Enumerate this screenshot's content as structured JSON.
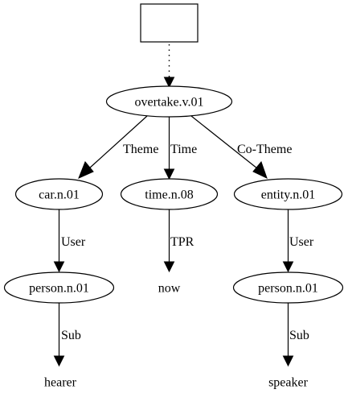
{
  "nodes": {
    "root_box": "",
    "overtake": "overtake.v.01",
    "car": "car.n.01",
    "time": "time.n.08",
    "entity": "entity.n.01",
    "person_left": "person.n.01",
    "now": "now",
    "person_right": "person.n.01",
    "hearer": "hearer",
    "speaker": "speaker"
  },
  "edges": {
    "overtake_car": "Theme",
    "overtake_time": "Time",
    "overtake_entity": "Co-Theme",
    "car_person": "User",
    "time_now": "TPR",
    "entity_person": "User",
    "person_left_hearer": "Sub",
    "person_right_speaker": "Sub"
  }
}
